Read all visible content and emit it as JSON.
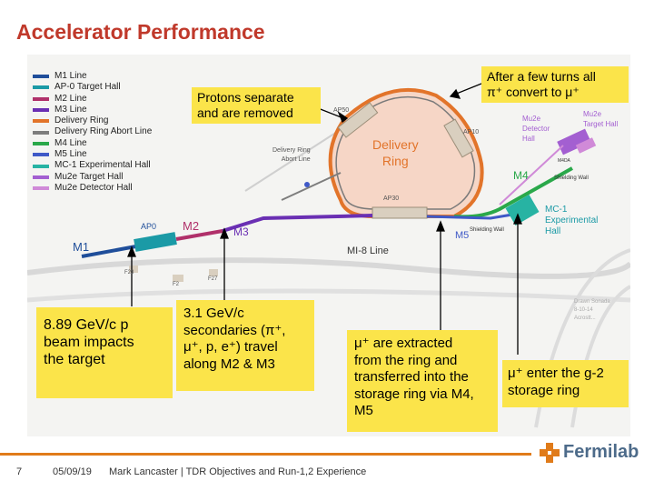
{
  "slide": {
    "title": "Accelerator Performance",
    "page_number": "7",
    "date": "05/09/19",
    "footer_text": "Mark Lancaster | TDR Objectives and Run-1,2 Experience",
    "logo_text": "Fermilab"
  },
  "colors": {
    "title": "#c0392b",
    "callout": "#fbe44a",
    "accent": "#e07b1a"
  },
  "legend": [
    {
      "label": "M1 Line",
      "color": "#1f4e9a"
    },
    {
      "label": "AP-0 Target Hall",
      "color": "#1b9aa6"
    },
    {
      "label": "M2 Line",
      "color": "#b0306a"
    },
    {
      "label": "M3 Line",
      "color": "#6a2fb3"
    },
    {
      "label": "Delivery Ring",
      "color": "#e2742a"
    },
    {
      "label": "Delivery Ring Abort Line",
      "color": "#7d7d7d"
    },
    {
      "label": "M4 Line",
      "color": "#2aa84a"
    },
    {
      "label": "M5 Line",
      "color": "#3f59c7"
    },
    {
      "label": "MC-1 Experimental Hall",
      "color": "#27b3a3"
    },
    {
      "label": "Mu2e Target Hall",
      "color": "#a35fd1"
    },
    {
      "label": "Mu2e Detector Hall",
      "color": "#d08ad8"
    }
  ],
  "callouts": {
    "top_right": [
      "After a few turns all",
      "π⁺ convert to μ⁺"
    ],
    "protons": [
      "Protons separate",
      "and are removed"
    ],
    "beam": [
      "8.89 GeV/c p",
      "beam impacts",
      "the target"
    ],
    "secondaries": [
      "3.1 GeV/c",
      "secondaries (π⁺,",
      "μ⁺, p, e⁺) travel",
      "along M2 & M3"
    ],
    "extracted": [
      "μ⁺ are extracted",
      "from the ring and",
      "transferred into the",
      "storage ring via M4,",
      "M5"
    ],
    "enter": [
      "μ⁺ enter the g-2",
      "storage ring"
    ]
  },
  "map_labels": {
    "m1": "M1",
    "ap0": "AP0",
    "m2": "M2",
    "m3": "M3",
    "m4": "M4",
    "m5": "M5",
    "mi8": "MI-8 Line",
    "delivery_ring": [
      "Delivery",
      "Ring"
    ],
    "ap50": "AP50",
    "ap10": "AP10",
    "ap30": "AP30",
    "abort": [
      "Delivery Ring",
      "Abort Line"
    ],
    "mu2e_detector": [
      "Mu2e",
      "Detector",
      "Hall"
    ],
    "mu2e_target": [
      "Mu2e",
      "Target Hall"
    ],
    "m4da": "M4DA",
    "shield1": "Shielding Wall",
    "shield2": "Shielding Wall",
    "mc1": [
      "MC-1",
      "Experimental",
      "Hall"
    ],
    "f23": "F23",
    "f2": "F2",
    "f27": "F27",
    "stamp": [
      "Drawn Sonada",
      "8-10-14",
      "Acrostt..."
    ]
  }
}
